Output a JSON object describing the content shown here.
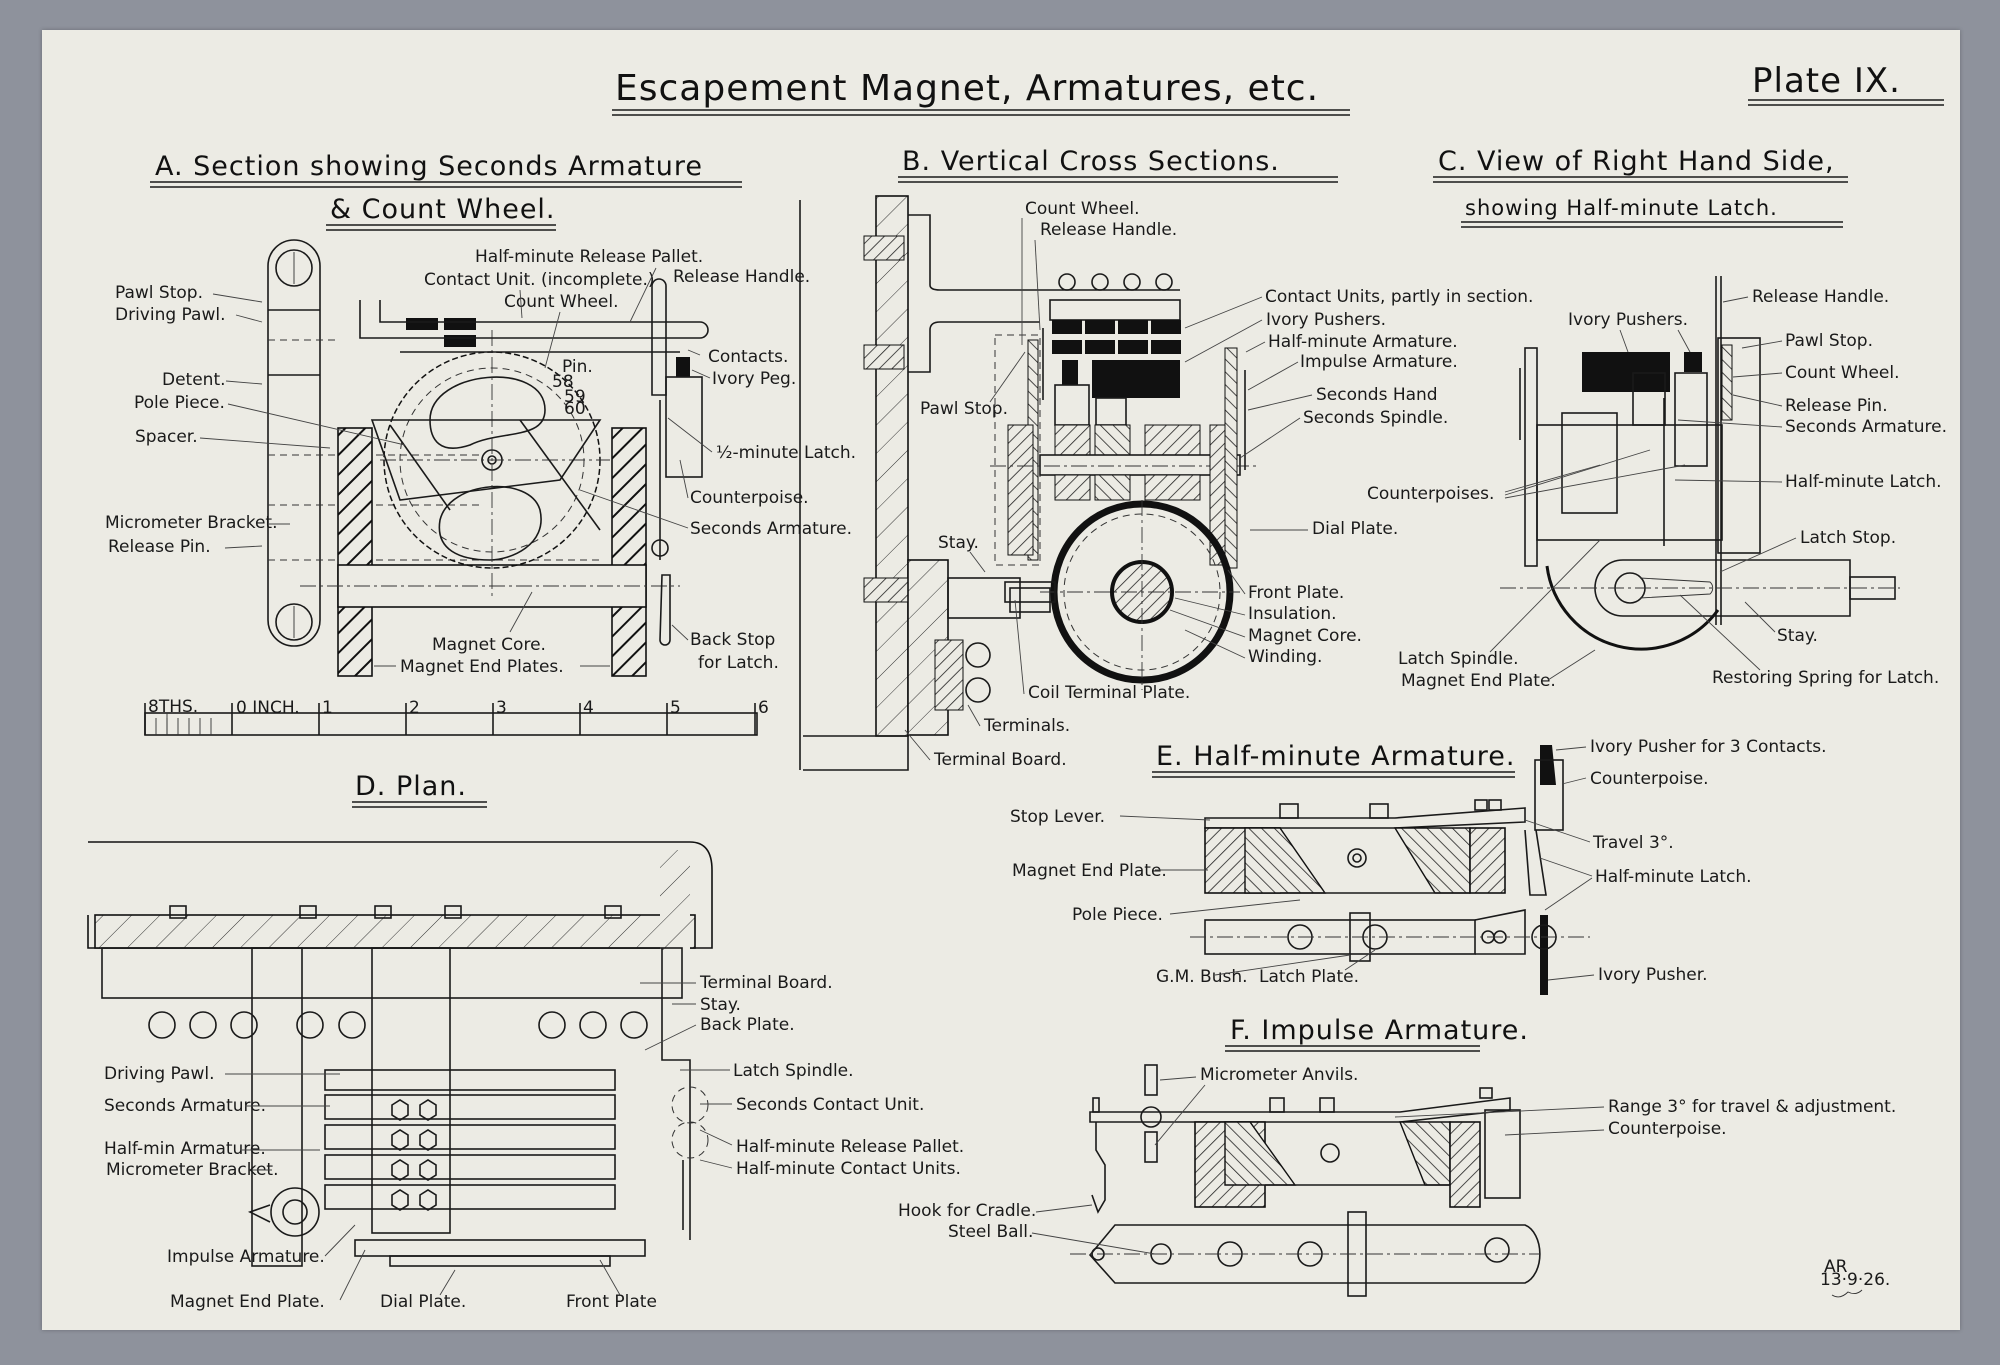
{
  "title": "Escapement Magnet, Armatures, etc.",
  "plate_number": "Plate IX.",
  "signature": {
    "initials": "AR",
    "date": "13·9·26."
  },
  "colors": {
    "paper": "#ecebe4",
    "ink": "#111111",
    "background": "#8e929c"
  },
  "sections": {
    "A": {
      "title_line1": "A. Section showing Seconds Armature",
      "title_line2": "& Count Wheel.",
      "labels": {
        "pawl_stop": "Pawl Stop.",
        "driving_pawl": "Driving Pawl.",
        "detent": "Detent.",
        "pole_piece": "Pole Piece.",
        "spacer": "Spacer.",
        "micrometer_bracket": "Micrometer Bracket.",
        "release_pin": "Release Pin.",
        "half_minute_release_pallet": "Half-minute Release Pallet.",
        "contact_unit": "Contact Unit. (incomplete.)",
        "count_wheel": "Count Wheel.",
        "release_handle": "Release Handle.",
        "pin": "Pin.",
        "contacts": "Contacts.",
        "ivory_peg": "Ivory Peg.",
        "half_minute_latch": "½-minute Latch.",
        "counterpoise": "Counterpoise.",
        "seconds_armature": "Seconds Armature.",
        "magnet_core": "Magnet Core.",
        "magnet_end_plates": "Magnet End Plates.",
        "back_stop_1": "Back Stop",
        "back_stop_2": "for Latch.",
        "tooth_58": "58",
        "tooth_59": "59",
        "tooth_60": "60"
      },
      "scale": {
        "eighths_label": "8THS.",
        "zero_label": "0 INCH.",
        "ticks": [
          "1",
          "2",
          "3",
          "4",
          "5",
          "6"
        ]
      }
    },
    "B": {
      "title": "B. Vertical Cross Sections.",
      "labels": {
        "count_wheel": "Count Wheel.",
        "release_handle": "Release Handle.",
        "contact_units": "Contact Units, partly in section.",
        "ivory_pushers": "Ivory Pushers.",
        "half_minute_armature": "Half-minute Armature.",
        "impulse_armature": "Impulse Armature.",
        "seconds_hand": "Seconds Hand",
        "seconds_spindle": "Seconds Spindle.",
        "pawl_stop": "Pawl Stop.",
        "dial_plate": "Dial Plate.",
        "stay": "Stay.",
        "front_plate": "Front Plate.",
        "insulation": "Insulation.",
        "magnet_core": "Magnet Core.",
        "winding": "Winding.",
        "coil_terminal_plate": "Coil Terminal Plate.",
        "terminals": "Terminals.",
        "terminal_board": "Terminal Board."
      }
    },
    "C": {
      "title_line1": "C. View of Right Hand Side,",
      "title_line2": "showing Half-minute Latch.",
      "labels": {
        "release_handle": "Release Handle.",
        "ivory_pushers": "Ivory Pushers.",
        "pawl_stop": "Pawl Stop.",
        "count_wheel": "Count Wheel.",
        "release_pin": "Release Pin.",
        "seconds_armature": "Seconds Armature.",
        "half_minute_latch": "Half-minute Latch.",
        "counterpoises": "Counterpoises.",
        "latch_stop": "Latch Stop.",
        "stay": "Stay.",
        "latch_spindle": "Latch Spindle.",
        "magnet_end_plate": "Magnet End Plate.",
        "restoring_spring": "Restoring Spring for Latch."
      }
    },
    "D": {
      "title": "D. Plan.",
      "labels": {
        "terminal_board": "Terminal Board.",
        "stay": "Stay.",
        "back_plate": "Back Plate.",
        "latch_spindle": "Latch Spindle.",
        "seconds_contact_unit": "Seconds Contact Unit.",
        "half_minute_release_pallet": "Half-minute Release Pallet.",
        "half_minute_contact_units": "Half-minute Contact Units.",
        "driving_pawl": "Driving Pawl.",
        "seconds_armature": "Seconds Armature.",
        "half_min_armature": "Half-min Armature.",
        "micrometer_bracket": "Micrometer Bracket.",
        "impulse_armature": "Impulse Armature.",
        "magnet_end_plate": "Magnet End Plate.",
        "dial_plate": "Dial Plate.",
        "front_plate": "Front Plate"
      }
    },
    "E": {
      "title": "E. Half-minute Armature.",
      "labels": {
        "ivory_pusher_3": "Ivory Pusher for 3 Contacts.",
        "counterpoise": "Counterpoise.",
        "stop_lever": "Stop Lever.",
        "travel": "Travel 3°.",
        "magnet_end_plate": "Magnet End Plate.",
        "half_minute_latch": "Half-minute Latch.",
        "pole_piece": "Pole Piece.",
        "gm_bush": "G.M. Bush.",
        "latch_plate": "Latch Plate.",
        "ivory_pusher": "Ivory Pusher."
      }
    },
    "F": {
      "title": "F. Impulse Armature.",
      "labels": {
        "micrometer_anvils": "Micrometer Anvils.",
        "range": "Range 3° for travel & adjustment.",
        "counterpoise": "Counterpoise.",
        "hook_for_cradle": "Hook for Cradle.",
        "steel_ball": "Steel Ball."
      }
    }
  }
}
